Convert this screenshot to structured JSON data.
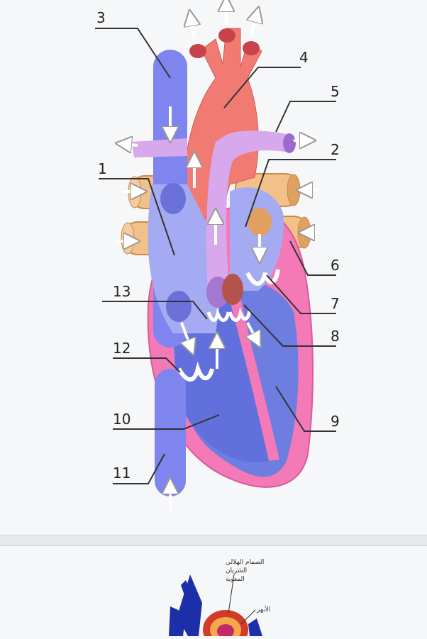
{
  "diagram": {
    "labels": [
      "1",
      "2",
      "3",
      "4",
      "5",
      "6",
      "7",
      "8",
      "9",
      "10",
      "11",
      "12",
      "13"
    ]
  },
  "bottom_figure": {
    "label_a": "الصمام الهلالي",
    "label_a_line2": "الشريان",
    "label_a_line3": "المعوية",
    "label_b": "الأبهر"
  }
}
